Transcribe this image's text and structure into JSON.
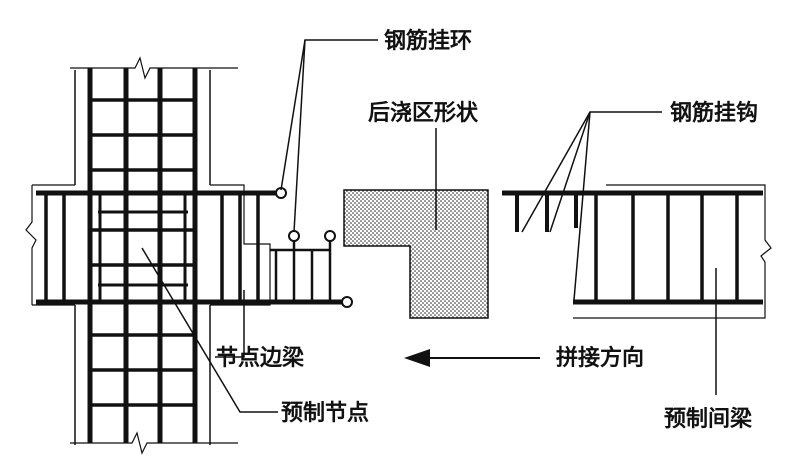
{
  "labels": {
    "loop": "钢筋挂环",
    "pour_shape": "后浇区形状",
    "hook": "钢筋挂钩",
    "edge_beam": "节点边梁",
    "direction": "拼接方向",
    "precast_node": "预制节点",
    "precast_beam": "预制间梁"
  },
  "colors": {
    "line": "#111111",
    "fill": "#d0d0d0"
  }
}
